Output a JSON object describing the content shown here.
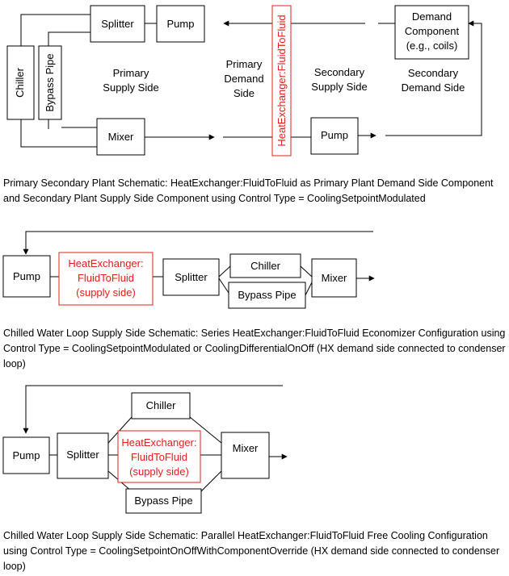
{
  "diagram1": {
    "splitter": "Splitter",
    "pump_primary": "Pump",
    "chiller": "Chiller",
    "bypass_pipe": "Bypass Pipe",
    "mixer": "Mixer",
    "hx_label": "HeatExchanger:FluidToFluid",
    "demand_component_line1": "Demand",
    "demand_component_line2": "Component",
    "demand_component_line3": "(e.g., coils)",
    "pump_secondary": "Pump",
    "primary_supply_line1": "Primary",
    "primary_supply_line2": "Supply Side",
    "primary_demand_line1": "Primary",
    "primary_demand_line2": "Demand",
    "primary_demand_line3": "Side",
    "secondary_supply_line1": "Secondary",
    "secondary_supply_line2": "Supply Side",
    "secondary_demand_line1": "Secondary",
    "secondary_demand_line2": "Demand Side",
    "caption": "Primary Secondary Plant Schematic: HeatExchanger:FluidToFluid as Primary Plant Demand Side Component and Secondary Plant Supply Side Component using Control Type = CoolingSetpointModulated"
  },
  "diagram2": {
    "pump": "Pump",
    "hx_line1": "HeatExchanger:",
    "hx_line2": "FluidToFluid",
    "hx_line3": "(supply side)",
    "splitter": "Splitter",
    "chiller": "Chiller",
    "bypass_pipe": "Bypass Pipe",
    "mixer": "Mixer",
    "caption": "Chilled Water Loop Supply Side Schematic: Series HeatExchanger:FluidToFluid Economizer Configuration using Control Type = CoolingSetpointModulated or CoolingDifferentialOnOff (HX demand side connected to condenser loop)"
  },
  "diagram3": {
    "pump": "Pump",
    "splitter": "Splitter",
    "chiller": "Chiller",
    "hx_line1": "HeatExchanger:",
    "hx_line2": "FluidToFluid",
    "hx_line3": "(supply side)",
    "bypass_pipe": "Bypass Pipe",
    "mixer": "Mixer",
    "caption": "Chilled Water Loop Supply Side Schematic: Parallel HeatExchanger:FluidToFluid Free Cooling Configuration using Control Type = CoolingSetpointOnOffWithComponentOverride (HX demand side connected to condenser loop)"
  },
  "colors": {
    "highlight": "#e0201c",
    "line": "#000000"
  }
}
